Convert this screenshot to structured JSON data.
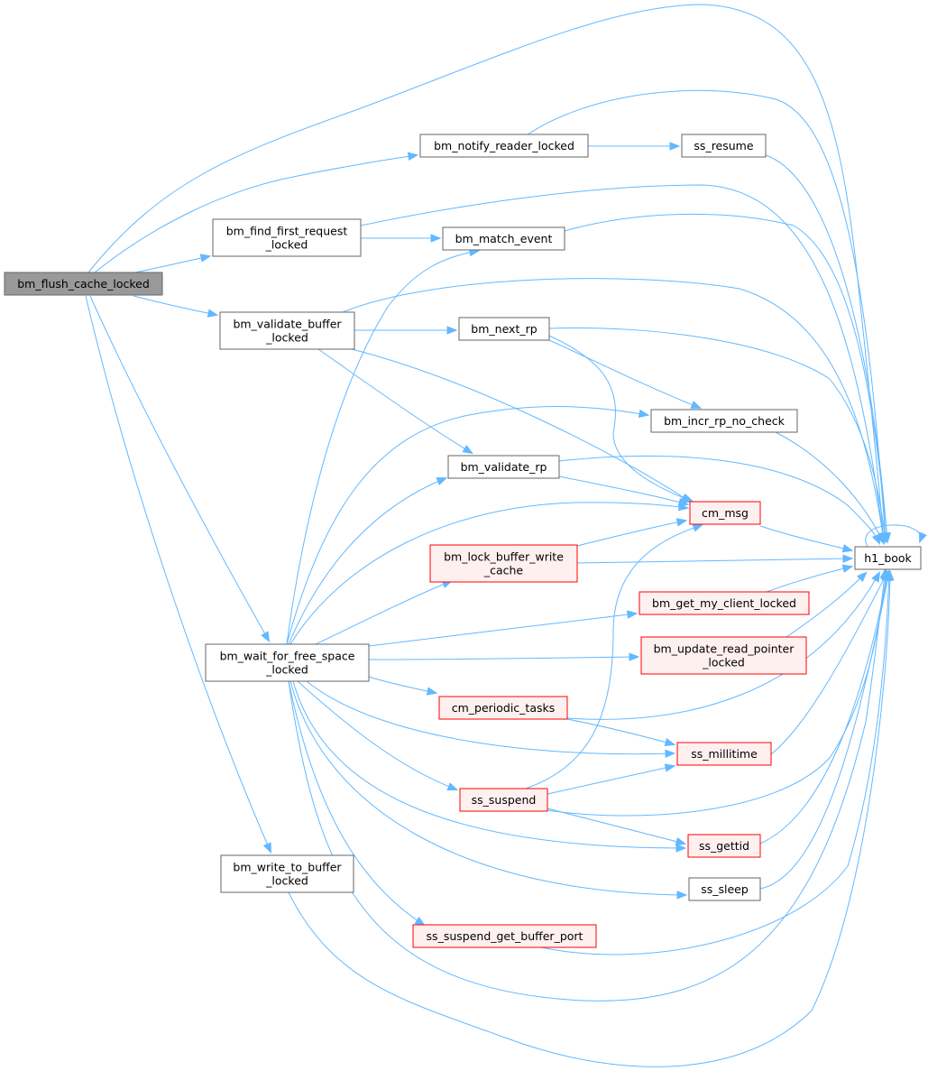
{
  "colors": {
    "edge": "#63b8ff",
    "node_fill": "#ffffff",
    "node_border": "#666666",
    "root_fill": "#999999",
    "root_border": "#666666",
    "external_fill": "#fff0f0",
    "external_border": "#ff0000"
  },
  "nodes": [
    {
      "id": "flush",
      "lines": [
        "bm_flush_cache_locked"
      ],
      "style": "root"
    },
    {
      "id": "notify",
      "lines": [
        "bm_notify_reader_locked"
      ],
      "style": "normal"
    },
    {
      "id": "resume",
      "lines": [
        "ss_resume"
      ],
      "style": "normal"
    },
    {
      "id": "findfirst",
      "lines": [
        "bm_find_first_request",
        "_locked"
      ],
      "style": "normal"
    },
    {
      "id": "match",
      "lines": [
        "bm_match_event"
      ],
      "style": "normal"
    },
    {
      "id": "validbuf",
      "lines": [
        "bm_validate_buffer",
        "_locked"
      ],
      "style": "normal"
    },
    {
      "id": "nextrp",
      "lines": [
        "bm_next_rp"
      ],
      "style": "normal"
    },
    {
      "id": "incrrp",
      "lines": [
        "bm_incr_rp_no_check"
      ],
      "style": "normal"
    },
    {
      "id": "validrp",
      "lines": [
        "bm_validate_rp"
      ],
      "style": "normal"
    },
    {
      "id": "cmmsg",
      "lines": [
        "cm_msg"
      ],
      "style": "external"
    },
    {
      "id": "lockbuf",
      "lines": [
        "bm_lock_buffer_write",
        "_cache"
      ],
      "style": "external"
    },
    {
      "id": "h1book",
      "lines": [
        "h1_book"
      ],
      "style": "normal"
    },
    {
      "id": "getmy",
      "lines": [
        "bm_get_my_client_locked"
      ],
      "style": "external"
    },
    {
      "id": "waitfree",
      "lines": [
        "bm_wait_for_free_space",
        "_locked"
      ],
      "style": "normal"
    },
    {
      "id": "updread",
      "lines": [
        "bm_update_read_pointer",
        "_locked"
      ],
      "style": "external"
    },
    {
      "id": "periodic",
      "lines": [
        "cm_periodic_tasks"
      ],
      "style": "external"
    },
    {
      "id": "millitime",
      "lines": [
        "ss_millitime"
      ],
      "style": "external"
    },
    {
      "id": "suspend",
      "lines": [
        "ss_suspend"
      ],
      "style": "external"
    },
    {
      "id": "gettid",
      "lines": [
        "ss_gettid"
      ],
      "style": "external"
    },
    {
      "id": "writebuf",
      "lines": [
        "bm_write_to_buffer",
        "_locked"
      ],
      "style": "normal"
    },
    {
      "id": "sleep",
      "lines": [
        "ss_sleep"
      ],
      "style": "normal"
    },
    {
      "id": "getport",
      "lines": [
        "ss_suspend_get_buffer_port"
      ],
      "style": "external"
    }
  ],
  "edges": [
    [
      "flush",
      "h1book"
    ],
    [
      "flush",
      "notify"
    ],
    [
      "flush",
      "findfirst"
    ],
    [
      "flush",
      "validbuf"
    ],
    [
      "flush",
      "waitfree"
    ],
    [
      "flush",
      "writebuf"
    ],
    [
      "notify",
      "resume"
    ],
    [
      "notify",
      "h1book"
    ],
    [
      "resume",
      "h1book"
    ],
    [
      "findfirst",
      "match"
    ],
    [
      "findfirst",
      "h1book"
    ],
    [
      "match",
      "h1book"
    ],
    [
      "validbuf",
      "nextrp"
    ],
    [
      "validbuf",
      "validrp"
    ],
    [
      "validbuf",
      "cmmsg"
    ],
    [
      "validbuf",
      "h1book"
    ],
    [
      "nextrp",
      "incrrp"
    ],
    [
      "nextrp",
      "cmmsg"
    ],
    [
      "nextrp",
      "h1book"
    ],
    [
      "incrrp",
      "h1book"
    ],
    [
      "validrp",
      "cmmsg"
    ],
    [
      "validrp",
      "h1book"
    ],
    [
      "cmmsg",
      "h1book"
    ],
    [
      "lockbuf",
      "cmmsg"
    ],
    [
      "lockbuf",
      "h1book"
    ],
    [
      "h1book",
      "h1book"
    ],
    [
      "getmy",
      "h1book"
    ],
    [
      "updread",
      "h1book"
    ],
    [
      "waitfree",
      "match"
    ],
    [
      "waitfree",
      "incrrp"
    ],
    [
      "waitfree",
      "validrp"
    ],
    [
      "waitfree",
      "cmmsg"
    ],
    [
      "waitfree",
      "lockbuf"
    ],
    [
      "waitfree",
      "getmy"
    ],
    [
      "waitfree",
      "updread"
    ],
    [
      "waitfree",
      "periodic"
    ],
    [
      "waitfree",
      "millitime"
    ],
    [
      "waitfree",
      "suspend"
    ],
    [
      "waitfree",
      "gettid"
    ],
    [
      "waitfree",
      "sleep"
    ],
    [
      "waitfree",
      "getport"
    ],
    [
      "waitfree",
      "h1book"
    ],
    [
      "periodic",
      "millitime"
    ],
    [
      "periodic",
      "h1book"
    ],
    [
      "millitime",
      "h1book"
    ],
    [
      "suspend",
      "cmmsg"
    ],
    [
      "suspend",
      "millitime"
    ],
    [
      "suspend",
      "gettid"
    ],
    [
      "suspend",
      "h1book"
    ],
    [
      "gettid",
      "h1book"
    ],
    [
      "sleep",
      "h1book"
    ],
    [
      "getport",
      "h1book"
    ],
    [
      "writebuf",
      "h1book"
    ]
  ]
}
